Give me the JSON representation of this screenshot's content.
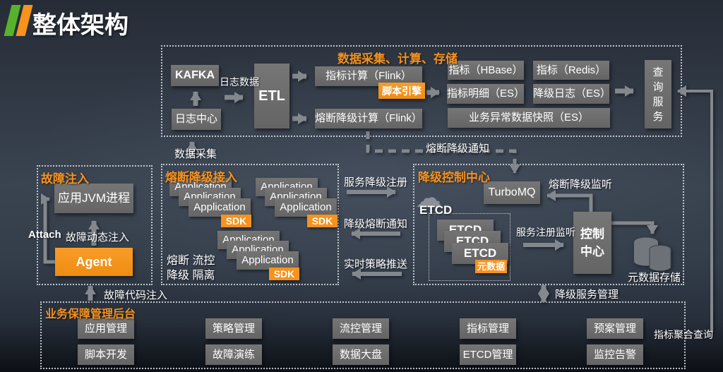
{
  "page": {
    "title": "整体架构"
  },
  "pipeline": {
    "section_title": "数据采集、计算、存储",
    "kafka": "KAFKA",
    "log_center": "日志中心",
    "log_data": "日志数据",
    "etl": "ETL",
    "metric_calc": "指标计算（Flink）",
    "script_engine": "脚本引擎",
    "breaker_calc": "熔断降级计算（Flink）",
    "metric_hbase": "指标（HBase）",
    "metric_redis": "指标（Redis）",
    "metric_detail": "指标明细（ES）",
    "degrade_log": "降级日志（ES）",
    "biz_snapshot": "业务异常数据快照（ES）",
    "query_service": "查询服务"
  },
  "fault_injection": {
    "section_title": "故障注入",
    "jvm": "应用JVM进程",
    "agent": "Agent",
    "attach": "Attach",
    "dynamic_inject": "故障动态注入",
    "code_inject": "故障代码注入"
  },
  "breaker_access": {
    "section_title": "熔断降级接入",
    "application": "Application",
    "sdk": "SDK",
    "features_1": "熔断 流控",
    "features_2": "降级 隔离"
  },
  "control": {
    "section_title": "降级控制中心",
    "turbomq": "TurboMQ",
    "etcd_cluster": "ETCD",
    "etcd_node": "ETCD",
    "metadata": "元数据",
    "control_center": "控制中心",
    "metadata_storage": "元数据存储"
  },
  "flows": {
    "data_collect": "数据采集",
    "breaker_notify": "熔断降级通知",
    "degrade_register": "服务降级注册",
    "degrade_notice": "降级熔断通知",
    "realtime_push": "实时策略推送",
    "breaker_listen": "熔断降级监听",
    "register_listen": "服务注册监听",
    "degrade_mgmt": "降级服务管理",
    "metric_query": "指标聚合查询"
  },
  "backend": {
    "section_title": "业务保障管理后台",
    "items": [
      {
        "top": "应用管理",
        "bottom": "脚本开发"
      },
      {
        "top": "策略管理",
        "bottom": "故障演练"
      },
      {
        "top": "流控管理",
        "bottom": "数据大盘"
      },
      {
        "top": "指标管理",
        "bottom": "ETCD管理"
      },
      {
        "top": "预案管理",
        "bottom": "监控告警"
      }
    ]
  }
}
